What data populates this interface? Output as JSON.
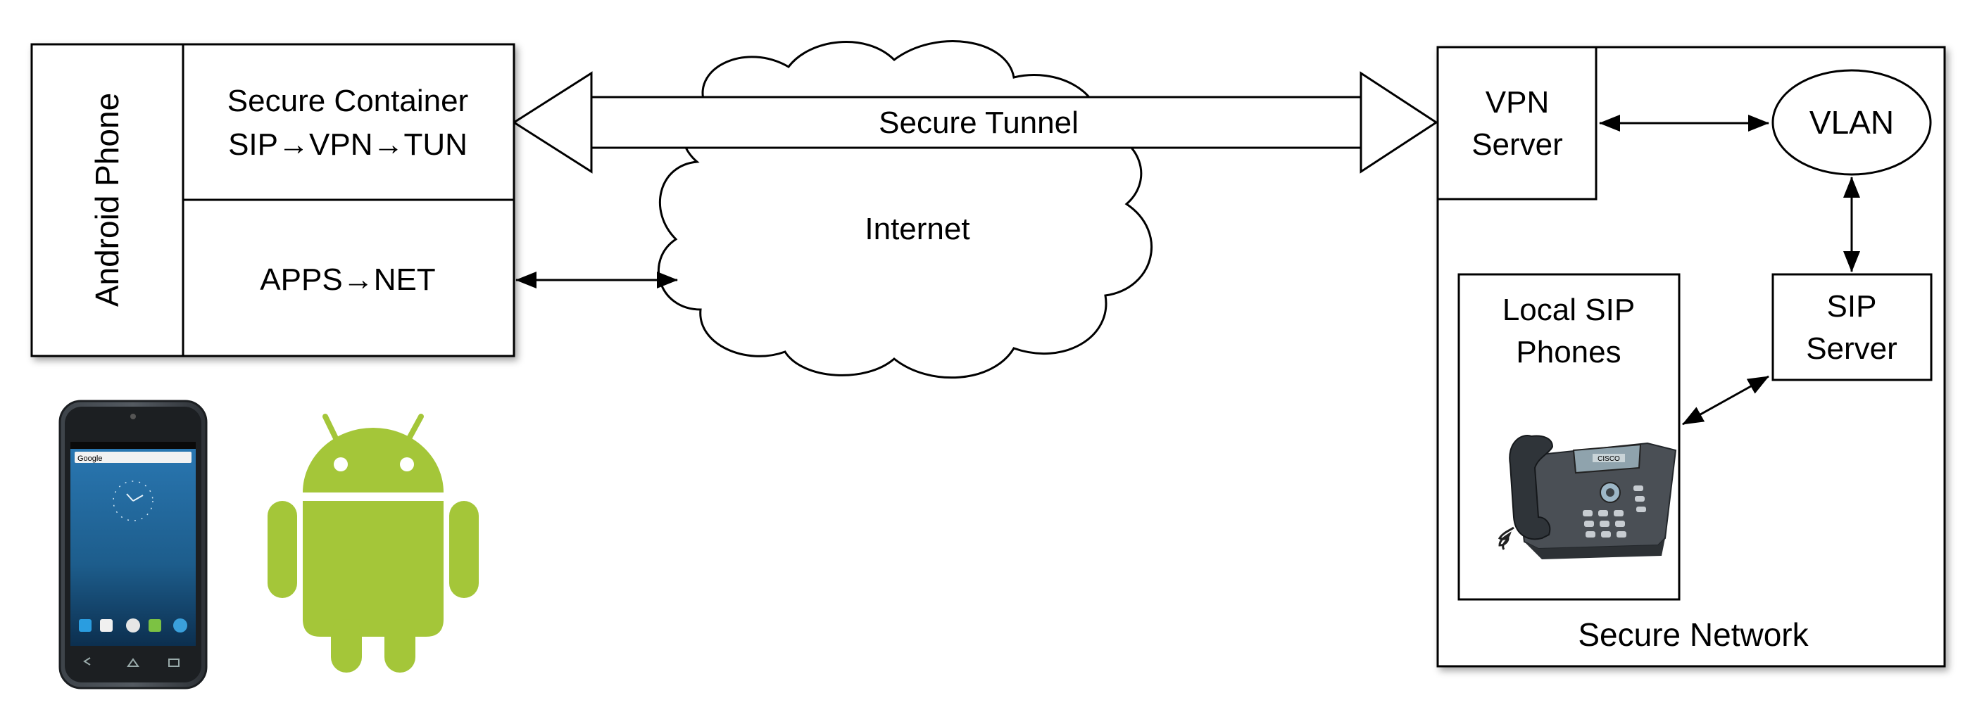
{
  "android_box": {
    "vertical_label": "Android Phone",
    "container_line1": "Secure Container",
    "container_line2": "SIP→VPN→TUN",
    "apps_label": "APPS→NET"
  },
  "tunnel": {
    "label": "Secure Tunnel"
  },
  "cloud": {
    "label": "Internet"
  },
  "secure_network": {
    "label": "Secure Network",
    "vpn_line1": "VPN",
    "vpn_line2": "Server",
    "vlan_label": "VLAN",
    "sip_line1": "SIP",
    "sip_line2": "Server",
    "local_line1": "Local SIP",
    "local_line2": "Phones",
    "phone_logo": "CISCO"
  },
  "phone_image": {
    "status_brand": "Google"
  },
  "icons": [
    "android-phone-icon",
    "android-robot-icon",
    "desk-phone-icon",
    "cloud-icon"
  ],
  "colors": {
    "android_green": "#a4c639",
    "ink": "#000000",
    "phone_screen": "#1d5d8c"
  }
}
